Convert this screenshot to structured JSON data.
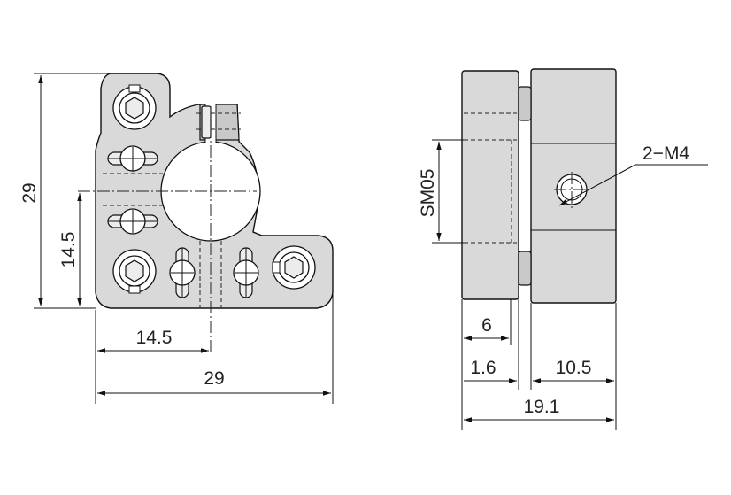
{
  "front_view": {
    "height_overall": "29",
    "height_center": "14.5",
    "width_center": "14.5",
    "width_overall": "29"
  },
  "side_view": {
    "bore_thread": "SM05",
    "tap_callout": "2−M4",
    "clamp_thickness": "6",
    "gap": "1.6",
    "body_thickness": "10.5",
    "total_depth": "19.1"
  }
}
